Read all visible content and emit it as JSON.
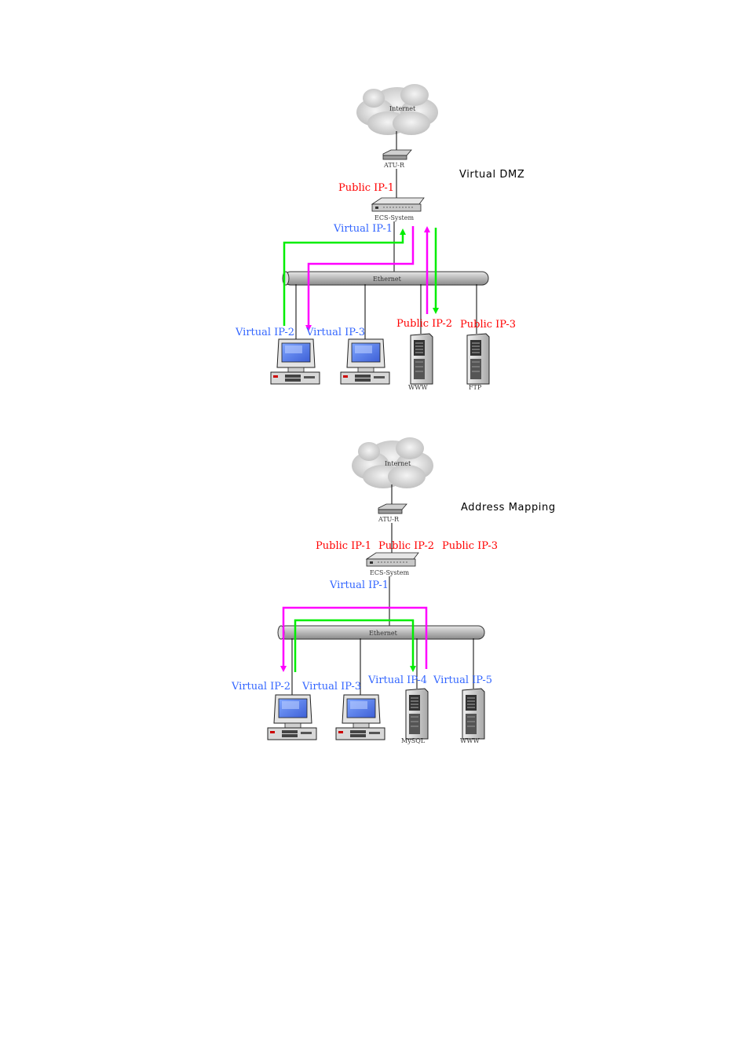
{
  "diagrams": [
    {
      "title": "Virtual DMZ",
      "cloud_label": "Internet",
      "modem_label": "ATU-R",
      "router_label": "ECS-System",
      "bus_label": "Ethernet",
      "router_labels": [
        {
          "text": "Public IP-1",
          "color": "red"
        },
        {
          "text": "Virtual IP-1",
          "color": "blue"
        }
      ],
      "node_labels": [
        {
          "text": "Virtual IP-2",
          "color": "blue"
        },
        {
          "text": "Virtual IP-3",
          "color": "blue"
        },
        {
          "text": "Public IP-2",
          "color": "red"
        },
        {
          "text": "Public IP-3",
          "color": "red"
        }
      ],
      "device_labels": [
        "WWW",
        "FTP"
      ]
    },
    {
      "title": "Address Mapping",
      "cloud_label": "Internet",
      "modem_label": "ATU-R",
      "router_label": "ECS-System",
      "bus_label": "Ethernet",
      "router_labels": [
        {
          "text": "Public IP-1",
          "color": "red"
        },
        {
          "text": "Public IP-2",
          "color": "red"
        },
        {
          "text": "Public IP-3",
          "color": "red"
        },
        {
          "text": "Virtual IP-1",
          "color": "blue"
        }
      ],
      "node_labels": [
        {
          "text": "Virtual IP-2",
          "color": "blue"
        },
        {
          "text": "Virtual IP-3",
          "color": "blue"
        },
        {
          "text": "Virtual IP-4",
          "color": "blue"
        },
        {
          "text": "Virtual IP-5",
          "color": "blue"
        }
      ],
      "device_labels": [
        "MySQL",
        "WWW"
      ]
    }
  ],
  "colors": {
    "public_label": "#ff0000",
    "virtual_label": "#3366ff",
    "green_flow": "#00ee00",
    "magenta_flow": "#ff00ff"
  }
}
